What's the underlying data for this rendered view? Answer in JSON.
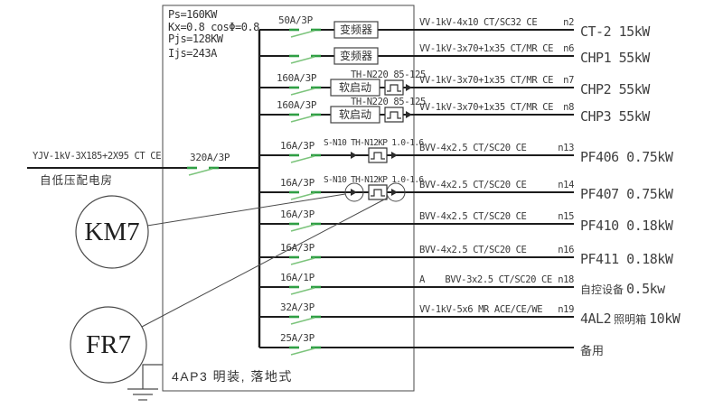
{
  "panel": {
    "calc_block": [
      "Ps=160KW",
      "Kx=0.8 cosΦ=0.8",
      "Pjs=128KW",
      "Ijs=243A"
    ],
    "name_label": "4AP3  明装, 落地式"
  },
  "incoming": {
    "cable": "YJV-1kV-3X185+2X95 CT CE",
    "source": "自低压配电房",
    "breaker": "320A/3P"
  },
  "components": {
    "contactor": "KM7",
    "thermal_relay": "FR7"
  },
  "colors": {
    "wire": "#1c1c1c",
    "breaker_green": "#2f9e44",
    "blade_green": "#7cc47c",
    "structure": "#4a4a4a",
    "text": "#3a3a3a"
  },
  "rows": [
    {
      "breaker": "50A/3P",
      "device": "变频器",
      "relay": "",
      "cable": "VV-1kV-4x10 CT/SC32 CE",
      "circuit": "n2",
      "load": "CT-2 15kW"
    },
    {
      "breaker": "",
      "device": "变频器",
      "relay": "",
      "cable": "VV-1kV-3x70+1x35 CT/MR CE",
      "circuit": "n6",
      "load": "CHP1 55kW"
    },
    {
      "breaker": "160A/3P",
      "device": "软启动",
      "relay": "TH-N220 85-125",
      "cable": "VV-1kV-3x70+1x35 CT/MR CE",
      "circuit": "n7",
      "load": "CHP2 55kW"
    },
    {
      "breaker": "160A/3P",
      "device": "软启动",
      "relay": "TH-N220 85-125",
      "cable": "VV-1kV-3x70+1x35 CT/MR CE",
      "circuit": "n8",
      "load": "CHP3 55kW"
    },
    {
      "breaker": "16A/3P",
      "device": "",
      "relay": "S-N10 TH-N12KP 1.0-1.6",
      "cable": "BVV-4x2.5 CT/SC20 CE",
      "circuit": "n13",
      "load": "PF406 0.75kW"
    },
    {
      "breaker": "16A/3P",
      "device": "",
      "relay": "S-N10 TH-N12KP 1.0-1.6",
      "cable": "BVV-4x2.5 CT/SC20 CE",
      "circuit": "n14",
      "load": "PF407 0.75kW"
    },
    {
      "breaker": "16A/3P",
      "device": "",
      "relay": "",
      "cable": "BVV-4x2.5 CT/SC20 CE",
      "circuit": "n15",
      "load": "PF410 0.18kW"
    },
    {
      "breaker": "16A/3P",
      "device": "",
      "relay": "",
      "cable": "BVV-4x2.5 CT/SC20 CE",
      "circuit": "n16",
      "load": "PF411 0.18kW"
    },
    {
      "breaker": "16A/1P",
      "device": "",
      "relay": "",
      "prefix": "A",
      "cable": "BVV-3x2.5 CT/SC20 CE",
      "circuit": "n18",
      "load_cn": "自控设备",
      "load_kw": "0.5kw"
    },
    {
      "breaker": "32A/3P",
      "device": "",
      "relay": "",
      "cable": "VV-1kV-5x6 MR ACE/CE/WE",
      "circuit": "n19",
      "load_id": "4AL2",
      "load_cn": "照明箱",
      "load_kw": "10kW"
    },
    {
      "breaker": "25A/3P",
      "device": "",
      "relay": "",
      "cable": "",
      "circuit": "",
      "load": "备用"
    }
  ]
}
